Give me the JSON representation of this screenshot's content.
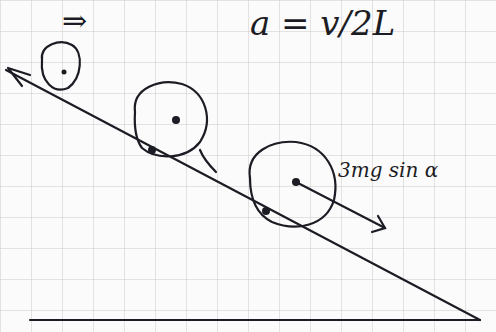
{
  "diagram": {
    "labels": [
      "⇒",
      "a = v/2L",
      "3mg sin α"
    ]
  }
}
